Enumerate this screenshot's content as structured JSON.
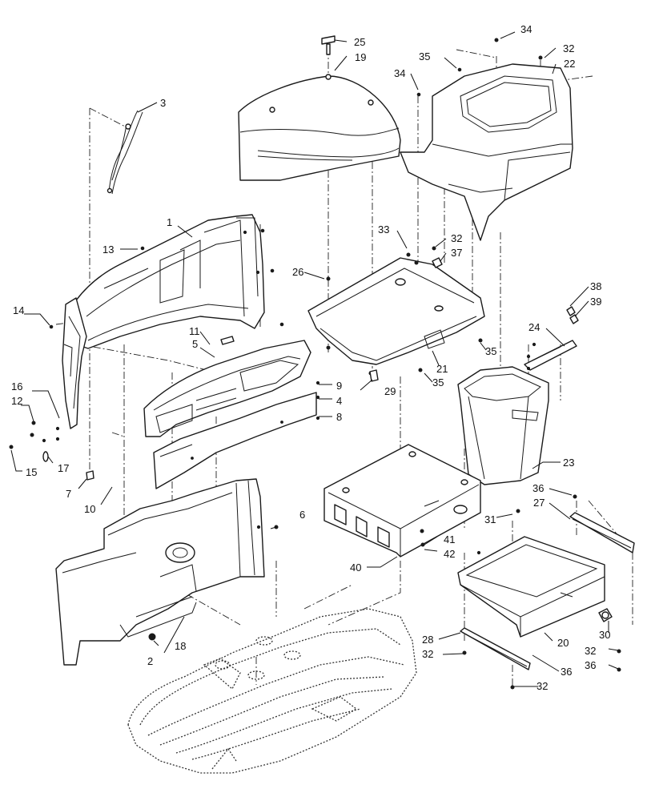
{
  "diagram": {
    "callouts": [
      "1",
      "2",
      "3",
      "4",
      "5",
      "6",
      "7",
      "8",
      "9",
      "10",
      "11",
      "12",
      "13",
      "14",
      "15",
      "16",
      "17",
      "18",
      "19",
      "20",
      "21",
      "22",
      "23",
      "24",
      "25",
      "26",
      "27",
      "28",
      "29",
      "30",
      "31",
      "32",
      "33",
      "34",
      "35",
      "36",
      "37",
      "38",
      "39",
      "40",
      "41",
      "42"
    ],
    "colors": {
      "line": "#1a1a1a",
      "background": "#ffffff"
    }
  }
}
